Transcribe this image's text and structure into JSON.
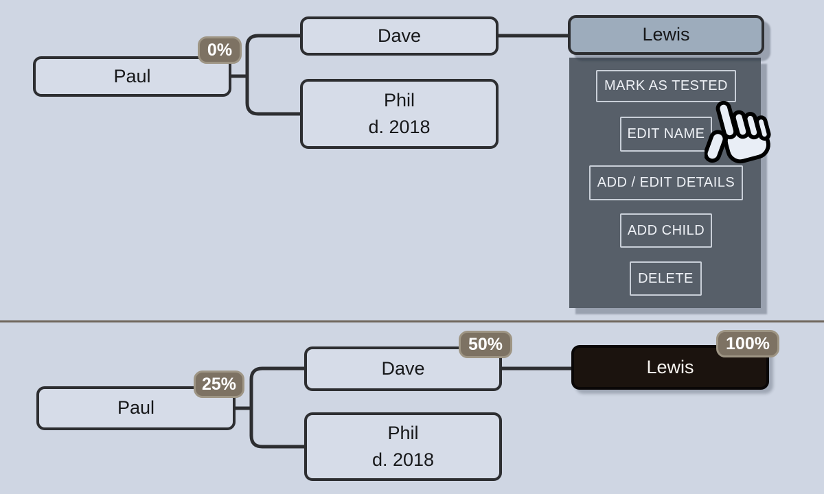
{
  "top_tree": {
    "paul": {
      "name": "Paul",
      "badge": "0%"
    },
    "dave": {
      "name": "Dave"
    },
    "phil": {
      "name": "Phil",
      "detail": "d. 2018"
    },
    "lewis": {
      "name": "Lewis"
    },
    "menu": {
      "items": [
        {
          "label": "MARK AS TESTED"
        },
        {
          "label": "EDIT NAME"
        },
        {
          "label": "ADD / EDIT DETAILS"
        },
        {
          "label": "ADD CHILD"
        },
        {
          "label": "DELETE"
        }
      ]
    }
  },
  "bottom_tree": {
    "paul": {
      "name": "Paul",
      "badge": "25%"
    },
    "dave": {
      "name": "Dave",
      "badge": "50%"
    },
    "phil": {
      "name": "Phil",
      "detail": "d. 2018"
    },
    "lewis": {
      "name": "Lewis",
      "badge": "100%"
    }
  },
  "colors": {
    "background": "#cfd6e3",
    "node_fill": "#d6dce8",
    "node_border": "#2d2e31",
    "selected_node_fill": "#9dacbc",
    "tested_node_fill": "#1b130e",
    "badge_bg": "#7d7263",
    "badge_border": "#9e9584",
    "menu_bg": "#575f69",
    "menu_button_border": "#c9cfd8",
    "menu_text": "#edf0f5",
    "divider": "#6f665b",
    "connector": "#2d2e31"
  }
}
